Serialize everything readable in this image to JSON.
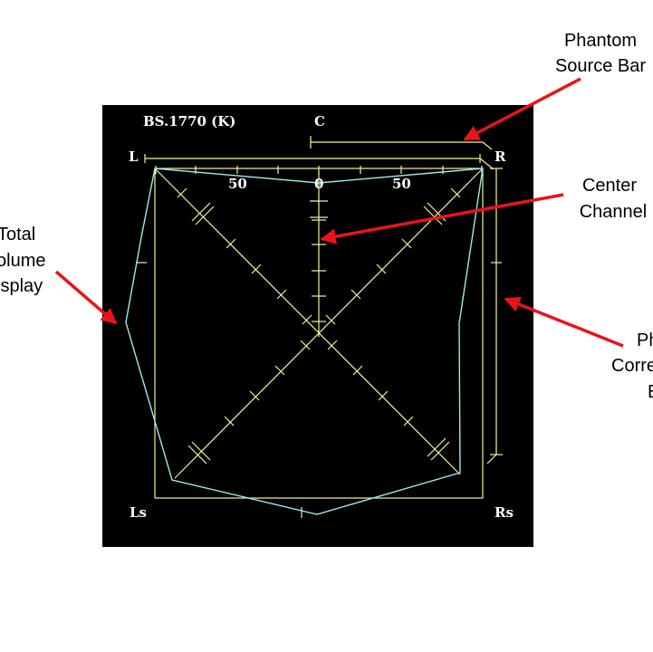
{
  "scope": {
    "header": "BS.1770 (K)",
    "channels": {
      "left": "L",
      "center": "C",
      "right": "R",
      "left_surround": "Ls",
      "right_surround": "Rs"
    },
    "scale_labels": [
      "50",
      "0",
      "50"
    ],
    "colors": {
      "background": "#000000",
      "graticule": "#f2f2a0",
      "volume_trace": "#9fe8ee",
      "text": "#ffffff"
    }
  },
  "callouts": {
    "phantom_source_bar": [
      "Phantom",
      "Source Bar"
    ],
    "center_channel": [
      "Center",
      "Channel"
    ],
    "total_volume_display": [
      "Total",
      "olume",
      "isplay"
    ],
    "phase_correlation_bar": [
      "Ph",
      "Corre",
      "B"
    ],
    "arrow_color": "#e8141a"
  }
}
